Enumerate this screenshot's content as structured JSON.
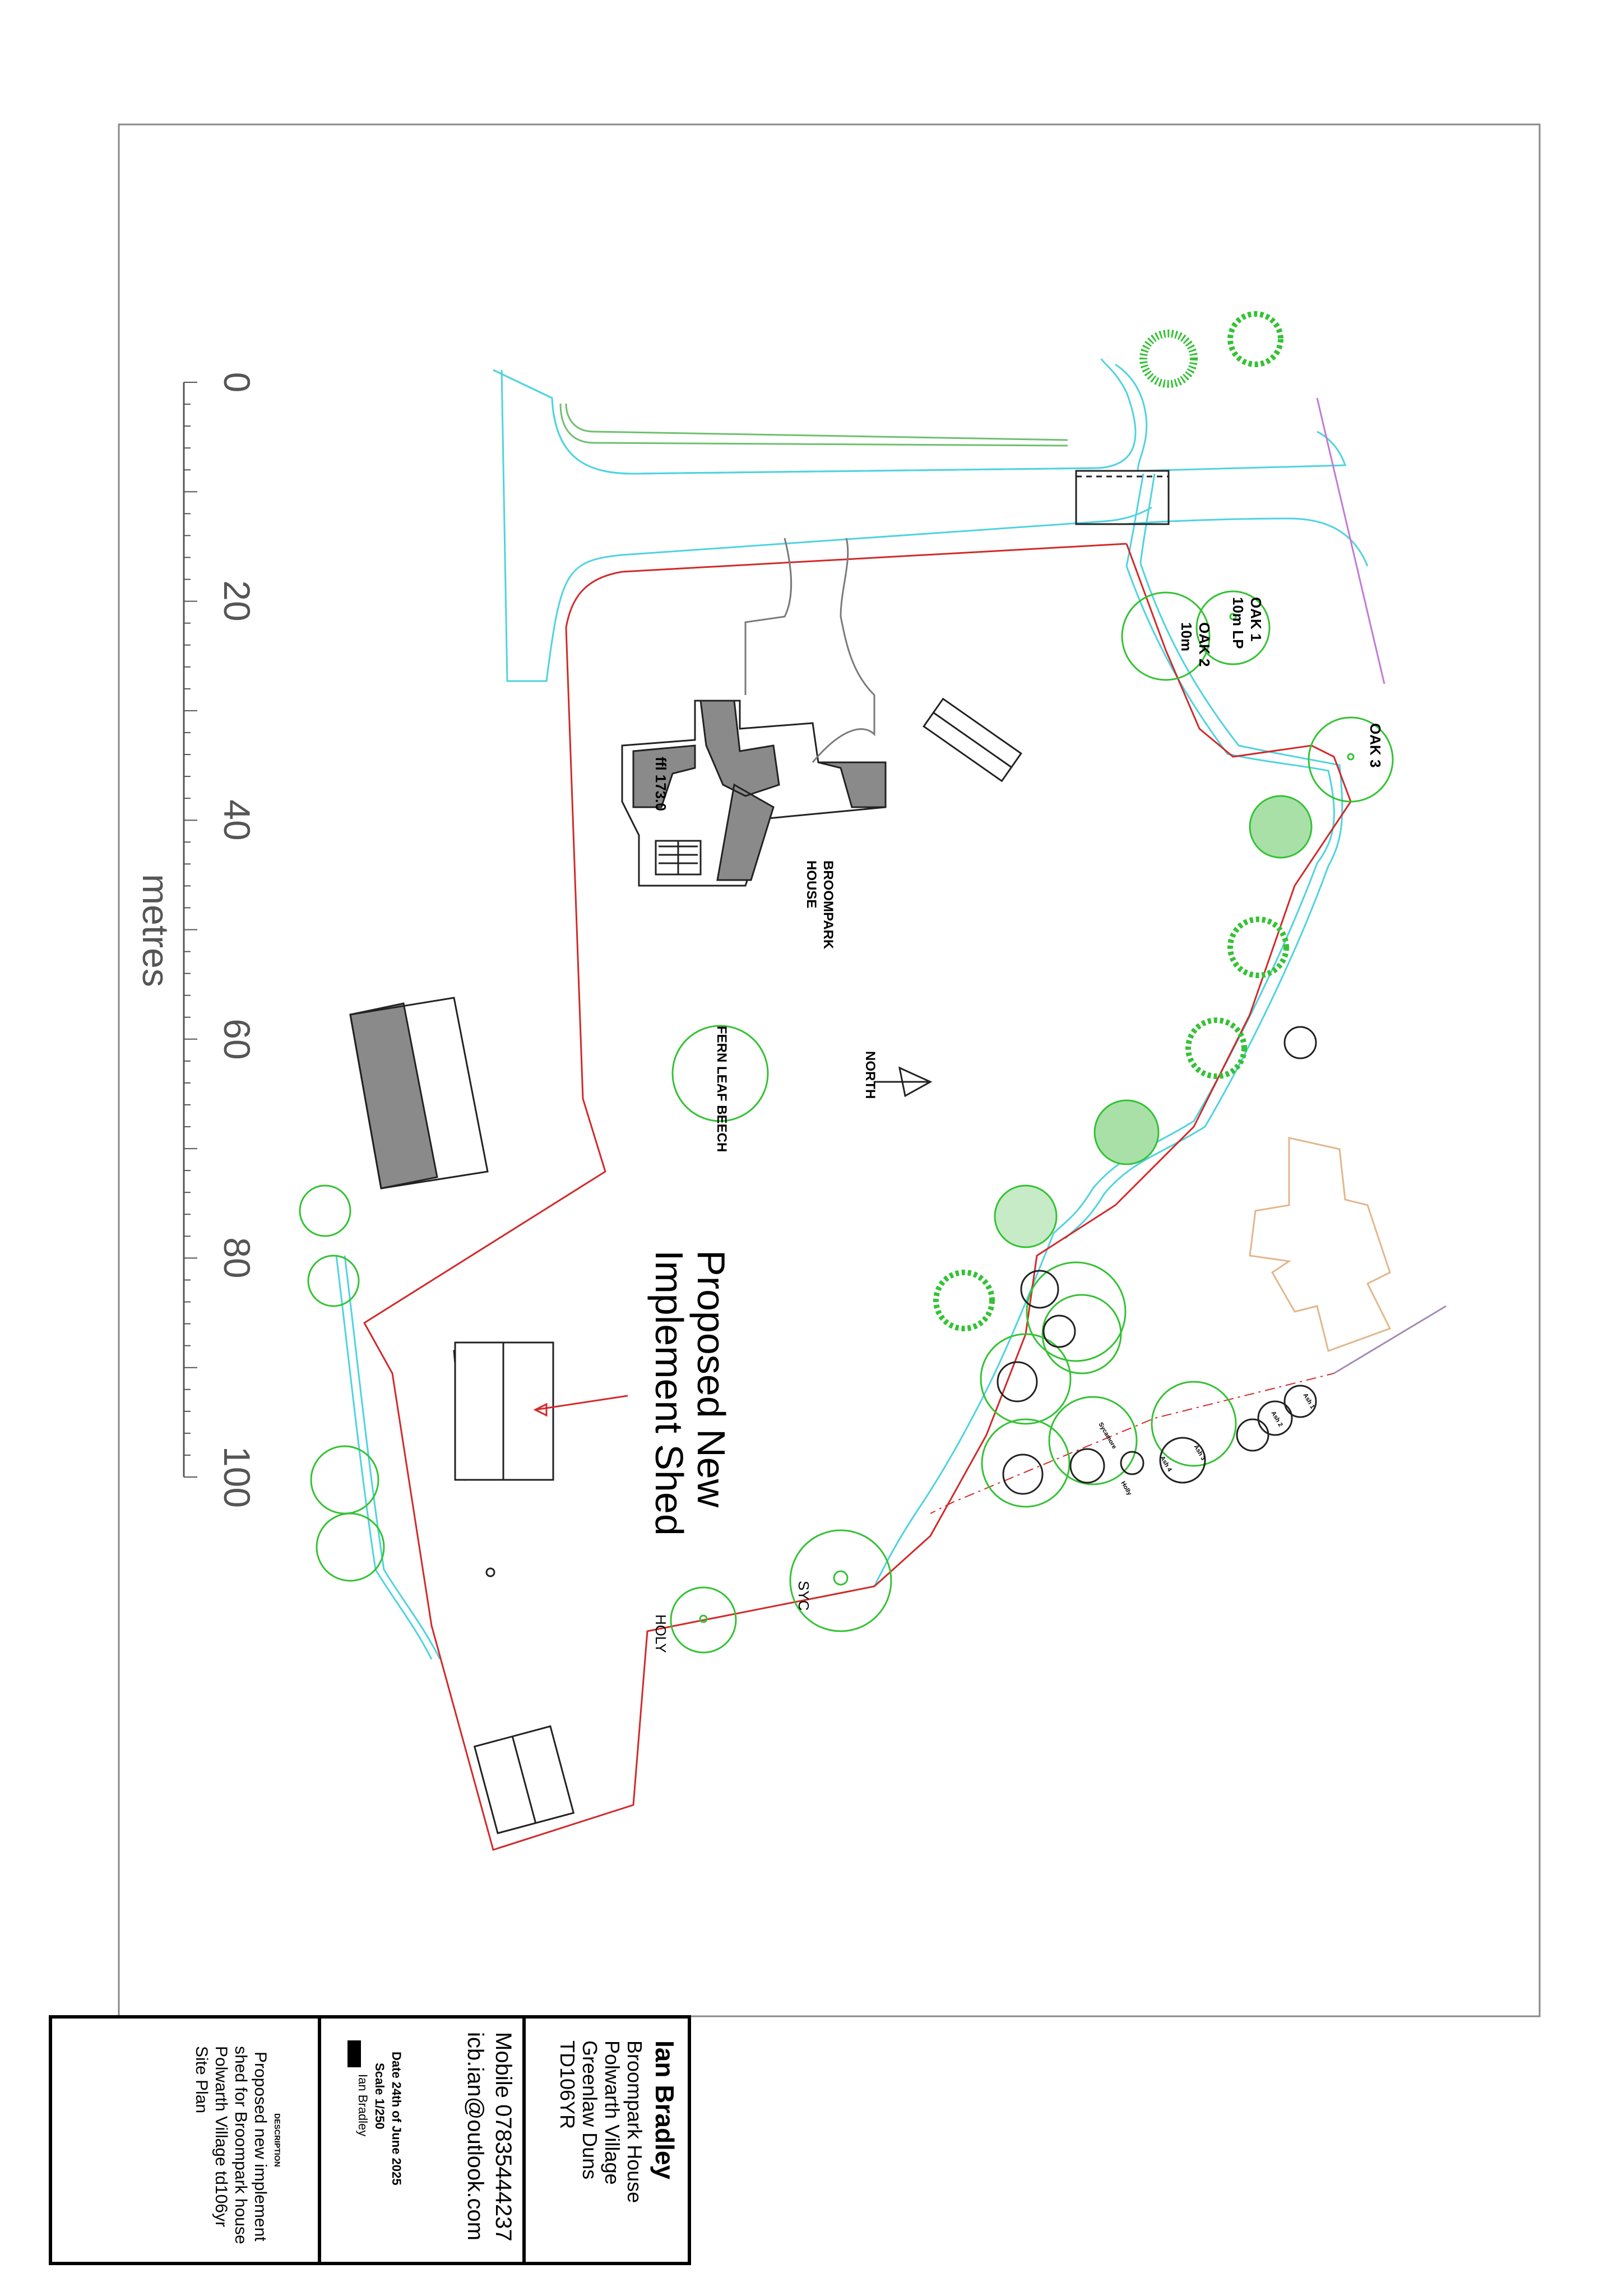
{
  "scale_bar": {
    "ticks": [
      "0",
      "20",
      "40",
      "60",
      "80",
      "100"
    ],
    "unit": "metres"
  },
  "labels": {
    "oak1": "OAK 1",
    "oak1_sub": "10m LP",
    "oak2": "OAK 2",
    "oak2_sub": "10m",
    "oak3": "OAK 3",
    "house_line1": "BROOMPARK",
    "house_line2": "HOUSE",
    "house_level": "ffl 173.0",
    "north": "NORTH",
    "beech": "FERN LEAF BEECH",
    "shed_line1": "Proposed New",
    "shed_line2": "Implement Shed",
    "syc": "SYC",
    "holy": "HOLY",
    "small_tree_labels": [
      "Ash 1",
      "Ash 2",
      "Ash 3",
      "Ash 4",
      "Sycamore",
      "Holly"
    ]
  },
  "title_block": {
    "owner": {
      "name": "Ian Bradley",
      "address": [
        "Broompark House",
        "Polwarth Village",
        "Greenlaw Duns",
        "TD106YR"
      ]
    },
    "contact": {
      "mobile": "Mobile 07835444237",
      "email": "icb.ian@outlook.com"
    },
    "meta": {
      "date": "Date 24th of June 2025",
      "scale": "Scale   1/250",
      "drawn_by": "Ian Bradley"
    },
    "description": {
      "heading": "DESCRIPTION",
      "lines": [
        "Proposed new implement",
        "shed for Broompark house",
        "Polwarth Village td106yr",
        "Site Plan"
      ]
    }
  },
  "colors": {
    "boundary": "#d12a2a",
    "road": "#4fd3df",
    "trees": "#34c234",
    "path": "#7a7a7a",
    "linework": "#222222",
    "neighbour": "#e2b78c"
  }
}
